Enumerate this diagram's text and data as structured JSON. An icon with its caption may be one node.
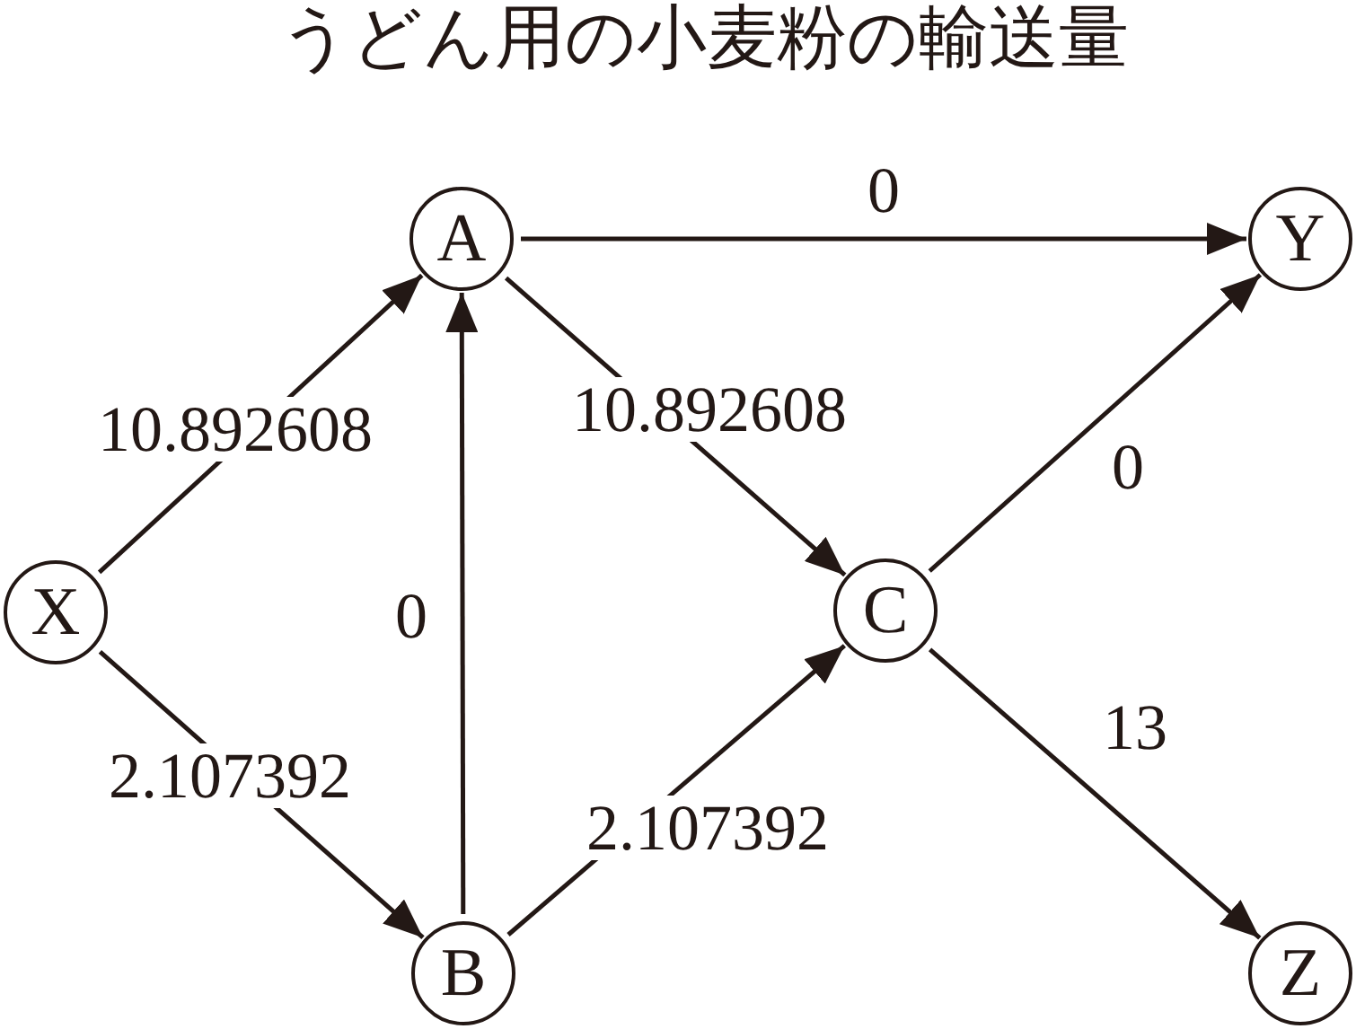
{
  "diagram": {
    "title": "うどん用の小麦粉の輸送量",
    "nodes": [
      {
        "text": [
          "X"
        ]
      },
      {
        "text": [
          "A"
        ]
      },
      {
        "text": [
          "B"
        ]
      },
      {
        "text": [
          "C"
        ]
      },
      {
        "text": [
          "Y"
        ]
      },
      {
        "text": [
          "Z"
        ]
      }
    ],
    "edges": [
      {
        "from": 0,
        "to": 1,
        "arrow": "to",
        "label": "10.892608"
      },
      {
        "from": 0,
        "to": 2,
        "arrow": "to",
        "label": "2.107392"
      },
      {
        "from": 2,
        "to": 1,
        "arrow": "to",
        "label": "0"
      },
      {
        "from": 1,
        "to": 4,
        "arrow": "to",
        "label": "0"
      },
      {
        "from": 1,
        "to": 3,
        "arrow": "to",
        "label": "10.892608"
      },
      {
        "from": 2,
        "to": 3,
        "arrow": "to",
        "label": "2.107392"
      },
      {
        "from": 3,
        "to": 4,
        "arrow": "to",
        "label": "0"
      },
      {
        "from": 3,
        "to": 5,
        "arrow": "to",
        "label": "13"
      }
    ]
  }
}
